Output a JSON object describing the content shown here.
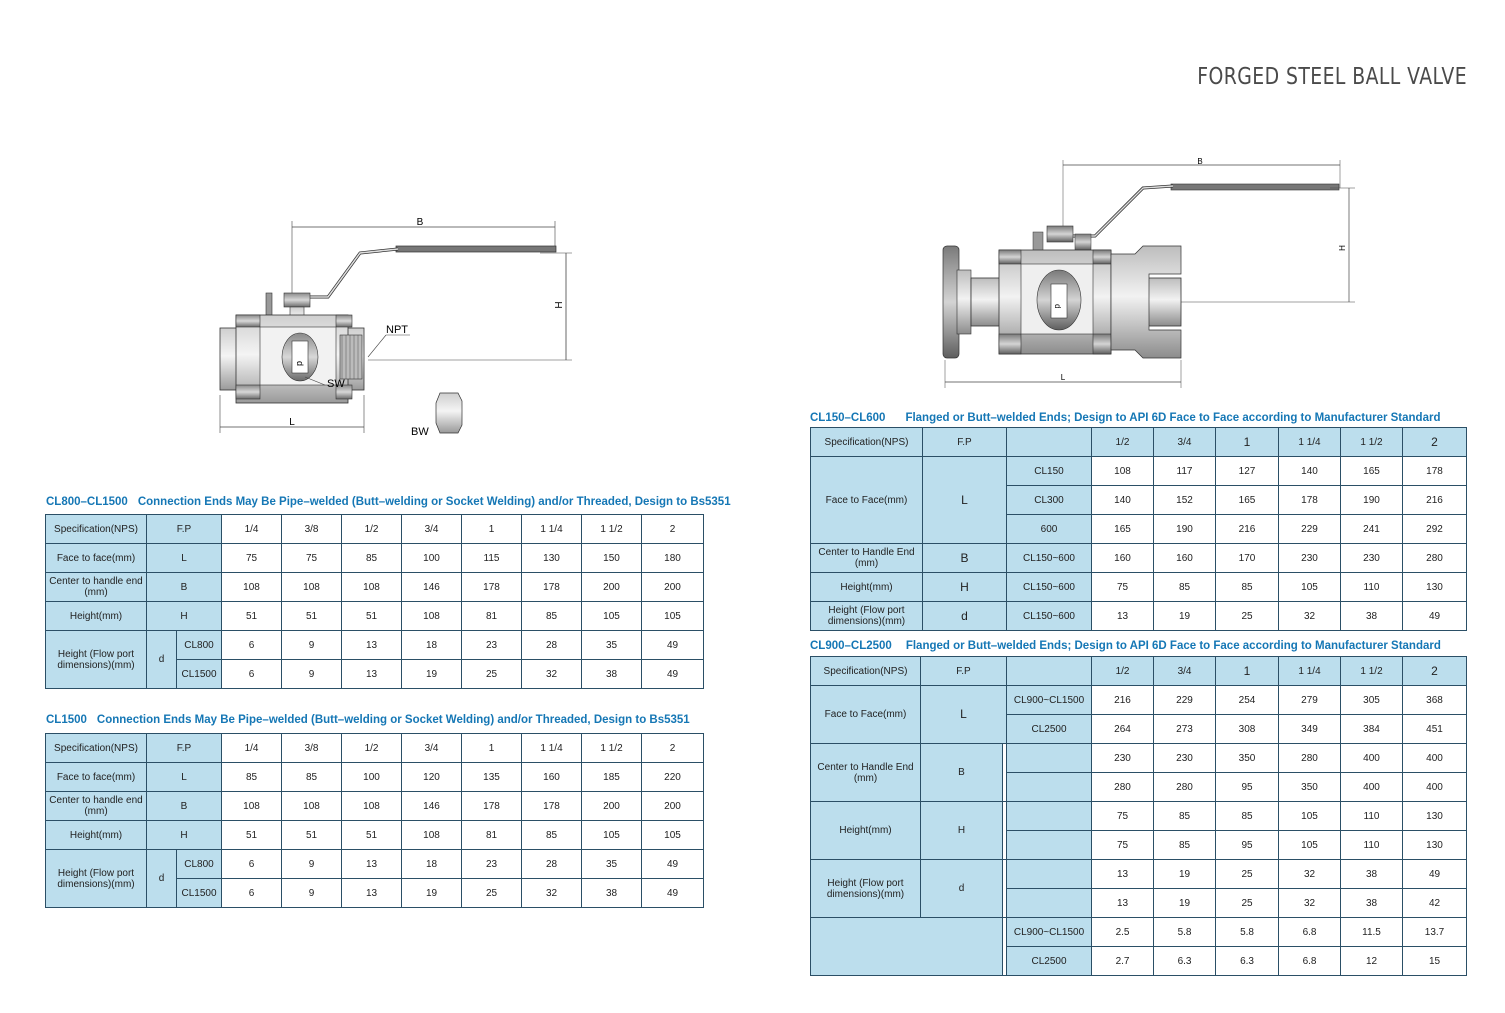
{
  "page": {
    "heading": "FORGED STEEL BALL VALVE"
  },
  "diagram_left": {
    "labels": {
      "b": "B",
      "h": "H",
      "npt": "NPT",
      "sw": "SW",
      "l": "L",
      "d": "d",
      "bw": "BW"
    }
  },
  "diagram_right": {
    "labels": {
      "b": "B",
      "h": "H",
      "l": "L",
      "d": "d"
    }
  },
  "table1": {
    "code": "CL800–CL1500",
    "caption": "Connection Ends May Be Pipe–welded (Butt–welding or Socket Welding) and/or Threaded, Design to Bs5351",
    "spec_label": "Specification(NPS)",
    "fp": "F.P",
    "sizes": [
      "1/4",
      "3/8",
      "1/2",
      "3/4",
      "1",
      "1 1/4",
      "1 1/2",
      "2"
    ],
    "rows": [
      {
        "label": "Face to face(mm)",
        "sym": "L",
        "values": [
          "75",
          "75",
          "85",
          "100",
          "115",
          "130",
          "150",
          "180"
        ]
      },
      {
        "label": "Center to handle end (mm)",
        "sym": "B",
        "values": [
          "108",
          "108",
          "108",
          "146",
          "178",
          "178",
          "200",
          "200"
        ]
      },
      {
        "label": "Height(mm)",
        "sym": "H",
        "values": [
          "51",
          "51",
          "51",
          "108",
          "81",
          "85",
          "105",
          "105"
        ]
      }
    ],
    "flow": {
      "label": "Height (Flow port dimensions)(mm)",
      "sym": "d",
      "sub": [
        {
          "cls": "CL800",
          "values": [
            "6",
            "9",
            "13",
            "18",
            "23",
            "28",
            "35",
            "49"
          ]
        },
        {
          "cls": "CL1500",
          "values": [
            "6",
            "9",
            "13",
            "19",
            "25",
            "32",
            "38",
            "49"
          ]
        }
      ]
    }
  },
  "table2": {
    "code": "CL1500",
    "caption": "Connection Ends May Be Pipe–welded (Butt–welding or Socket Welding) and/or Threaded, Design to Bs5351",
    "spec_label": "Specification(NPS)",
    "fp": "F.P",
    "sizes": [
      "1/4",
      "3/8",
      "1/2",
      "3/4",
      "1",
      "1 1/4",
      "1 1/2",
      "2"
    ],
    "rows": [
      {
        "label": "Face to face(mm)",
        "sym": "L",
        "values": [
          "85",
          "85",
          "100",
          "120",
          "135",
          "160",
          "185",
          "220"
        ]
      },
      {
        "label": "Center to handle end (mm)",
        "sym": "B",
        "values": [
          "108",
          "108",
          "108",
          "146",
          "178",
          "178",
          "200",
          "200"
        ]
      },
      {
        "label": "Height(mm)",
        "sym": "H",
        "values": [
          "51",
          "51",
          "51",
          "108",
          "81",
          "85",
          "105",
          "105"
        ]
      }
    ],
    "flow": {
      "label": "Height (Flow port dimensions)(mm)",
      "sym": "d",
      "sub": [
        {
          "cls": "CL800",
          "values": [
            "6",
            "9",
            "13",
            "18",
            "23",
            "28",
            "35",
            "49"
          ]
        },
        {
          "cls": "CL1500",
          "values": [
            "6",
            "9",
            "13",
            "19",
            "25",
            "32",
            "38",
            "49"
          ]
        }
      ]
    }
  },
  "table3": {
    "code": "CL150–CL600",
    "caption": "Flanged or Butt–welded Ends; Design to API 6D Face to Face according to Manufacturer Standard",
    "spec_label": "Specification(NPS)",
    "fp": "F.P",
    "sizes": [
      "1/2",
      "3/4",
      "1",
      "1 1/4",
      "1 1/2",
      "2"
    ],
    "face": {
      "label": "Face to Face(mm)",
      "sym": "L",
      "sub": [
        {
          "cls": "CL150",
          "values": [
            "108",
            "117",
            "127",
            "140",
            "165",
            "178"
          ]
        },
        {
          "cls": "CL300",
          "values": [
            "140",
            "152",
            "165",
            "178",
            "190",
            "216"
          ]
        },
        {
          "cls": "600",
          "values": [
            "165",
            "190",
            "216",
            "229",
            "241",
            "292"
          ]
        }
      ]
    },
    "rows": [
      {
        "label": "Center to Handle End (mm)",
        "sym": "B",
        "cls": "CL150~600",
        "values": [
          "160",
          "160",
          "170",
          "230",
          "230",
          "280"
        ]
      },
      {
        "label": "Height(mm)",
        "sym": "H",
        "cls": "CL150~600",
        "values": [
          "75",
          "85",
          "85",
          "105",
          "110",
          "130"
        ]
      },
      {
        "label": "Height (Flow port dimensions)(mm)",
        "sym": "d",
        "cls": "CL150~600",
        "values": [
          "13",
          "19",
          "25",
          "32",
          "38",
          "49"
        ]
      }
    ]
  },
  "table4": {
    "code": "CL900–CL2500",
    "caption": "Flanged or Butt–welded Ends; Design to API 6D Face to Face according to Manufacturer Standard",
    "spec_label": "Specification(NPS)",
    "fp": "F.P",
    "sizes": [
      "1/2",
      "3/4",
      "1",
      "1 1/4",
      "1 1/2",
      "2"
    ],
    "face": {
      "label": "Face to Face(mm)",
      "sym": "L",
      "sub": [
        {
          "cls": "CL900~CL1500",
          "values": [
            "216",
            "229",
            "254",
            "279",
            "305",
            "368"
          ]
        },
        {
          "cls": "CL2500",
          "values": [
            "264",
            "273",
            "308",
            "349",
            "384",
            "451"
          ]
        }
      ]
    },
    "groups": [
      {
        "label": "Center to Handle End (mm)",
        "sym": "B",
        "rows": [
          [
            "230",
            "230",
            "350",
            "280",
            "400",
            "400"
          ],
          [
            "280",
            "280",
            "95",
            "350",
            "400",
            "400"
          ]
        ]
      },
      {
        "label": "Height(mm)",
        "sym": "H",
        "rows": [
          [
            "75",
            "85",
            "85",
            "105",
            "110",
            "130"
          ],
          [
            "75",
            "85",
            "95",
            "105",
            "110",
            "130"
          ]
        ]
      },
      {
        "label": "Height (Flow port dimensions)(mm)",
        "sym": "d",
        "rows": [
          [
            "13",
            "19",
            "25",
            "32",
            "38",
            "49"
          ],
          [
            "13",
            "19",
            "25",
            "32",
            "38",
            "42"
          ]
        ]
      }
    ],
    "extra": {
      "sub": [
        {
          "cls": "CL900~CL1500",
          "values": [
            "2.5",
            "5.8",
            "5.8",
            "6.8",
            "11.5",
            "13.7"
          ]
        },
        {
          "cls": "CL2500",
          "values": [
            "2.7",
            "6.3",
            "6.3",
            "6.8",
            "12",
            "15"
          ]
        }
      ]
    }
  }
}
